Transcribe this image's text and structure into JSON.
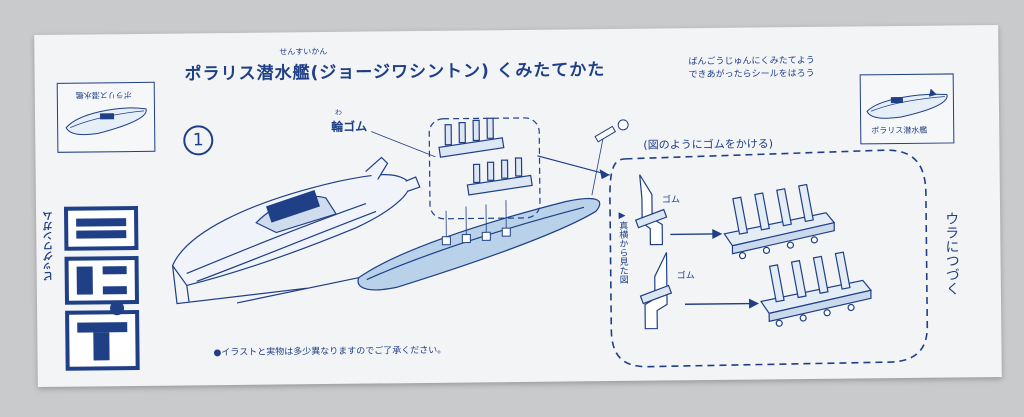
{
  "header": {
    "title": "ポラリス潜水艦(ジョージワシントン) くみたてかた",
    "ruby": "せんすいかん",
    "note_line1": "ばんごうじゅんにくみたてよう",
    "note_line2": "できあがったらシールをはろう"
  },
  "step_number": "1",
  "left_box": {
    "label": "ポラリス潜水艦"
  },
  "right_box": {
    "label": "ポラリス潜水艦"
  },
  "callouts": {
    "rubber_ring": "輪ゴム",
    "rubber_ring_ruby": "わ",
    "hook_instruction": "(図のようにゴムをかける)",
    "rubber_1": "ゴム",
    "rubber_2": "ゴム",
    "side_view": "▶真横から見た図"
  },
  "continue_text": "ウラにつづく",
  "footnote": "●イラストと実物は多少異なりますのでご了承ください。",
  "brand": {
    "katakana": "ビッグワンガム",
    "logo": "BIG1"
  },
  "colors": {
    "ink": "#1f3f86",
    "paper": "#f3f4f6",
    "hull_fill": "#b9d2ea"
  }
}
